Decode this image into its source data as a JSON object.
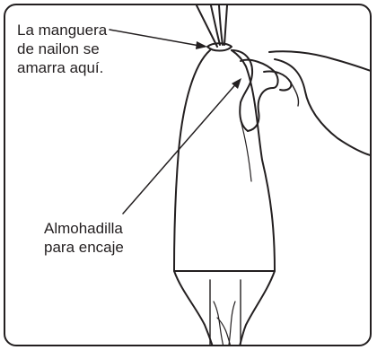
{
  "labels": {
    "hose_tie": {
      "lines": [
        "La manguera",
        "de nailon se",
        "amarra aquí."
      ]
    },
    "socket_pad": {
      "lines": [
        "Almohadilla",
        "para encaje"
      ]
    }
  },
  "colors": {
    "ink": "#231f20",
    "background": "#ffffff"
  }
}
